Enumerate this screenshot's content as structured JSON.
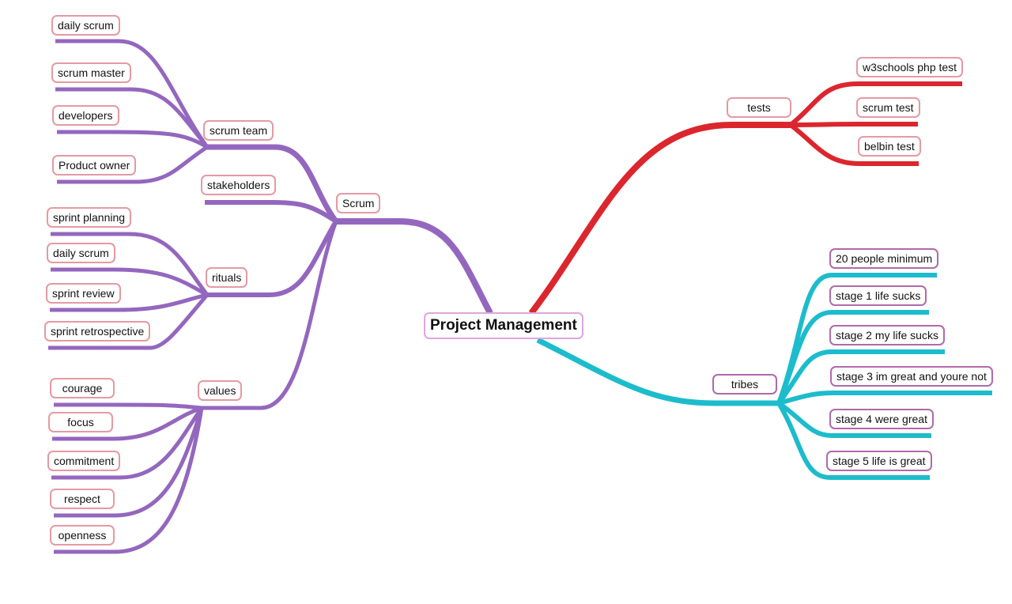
{
  "colors": {
    "scrum_branch": "#9467be",
    "tests_branch": "#dc262e",
    "tribes_branch": "#1dbccc",
    "pink_border": "#e49aa3",
    "purple_border": "#b06aa8",
    "root_border": "#dda7dd"
  },
  "root": {
    "label": "Project Management"
  },
  "scrum": {
    "label": "Scrum",
    "scrum_team": {
      "label": "scrum team",
      "children": [
        "daily scrum",
        "scrum master",
        "developers",
        "Product owner"
      ]
    },
    "stakeholders": {
      "label": "stakeholders"
    },
    "rituals": {
      "label": "rituals",
      "children": [
        "sprint planning",
        "daily scrum",
        "sprint review",
        "sprint retrospective"
      ]
    },
    "values": {
      "label": "values",
      "children": [
        "courage",
        "focus",
        "commitment",
        "respect",
        "openness"
      ]
    }
  },
  "tests": {
    "label": "tests",
    "children": [
      "w3schools php test",
      "scrum test",
      "belbin test"
    ]
  },
  "tribes": {
    "label": "tribes",
    "children": [
      "20 people minimum",
      "stage 1 life sucks",
      "stage 2 my life sucks",
      "stage 3 im great and youre not",
      "stage 4 were great",
      "stage 5 life is great"
    ]
  }
}
